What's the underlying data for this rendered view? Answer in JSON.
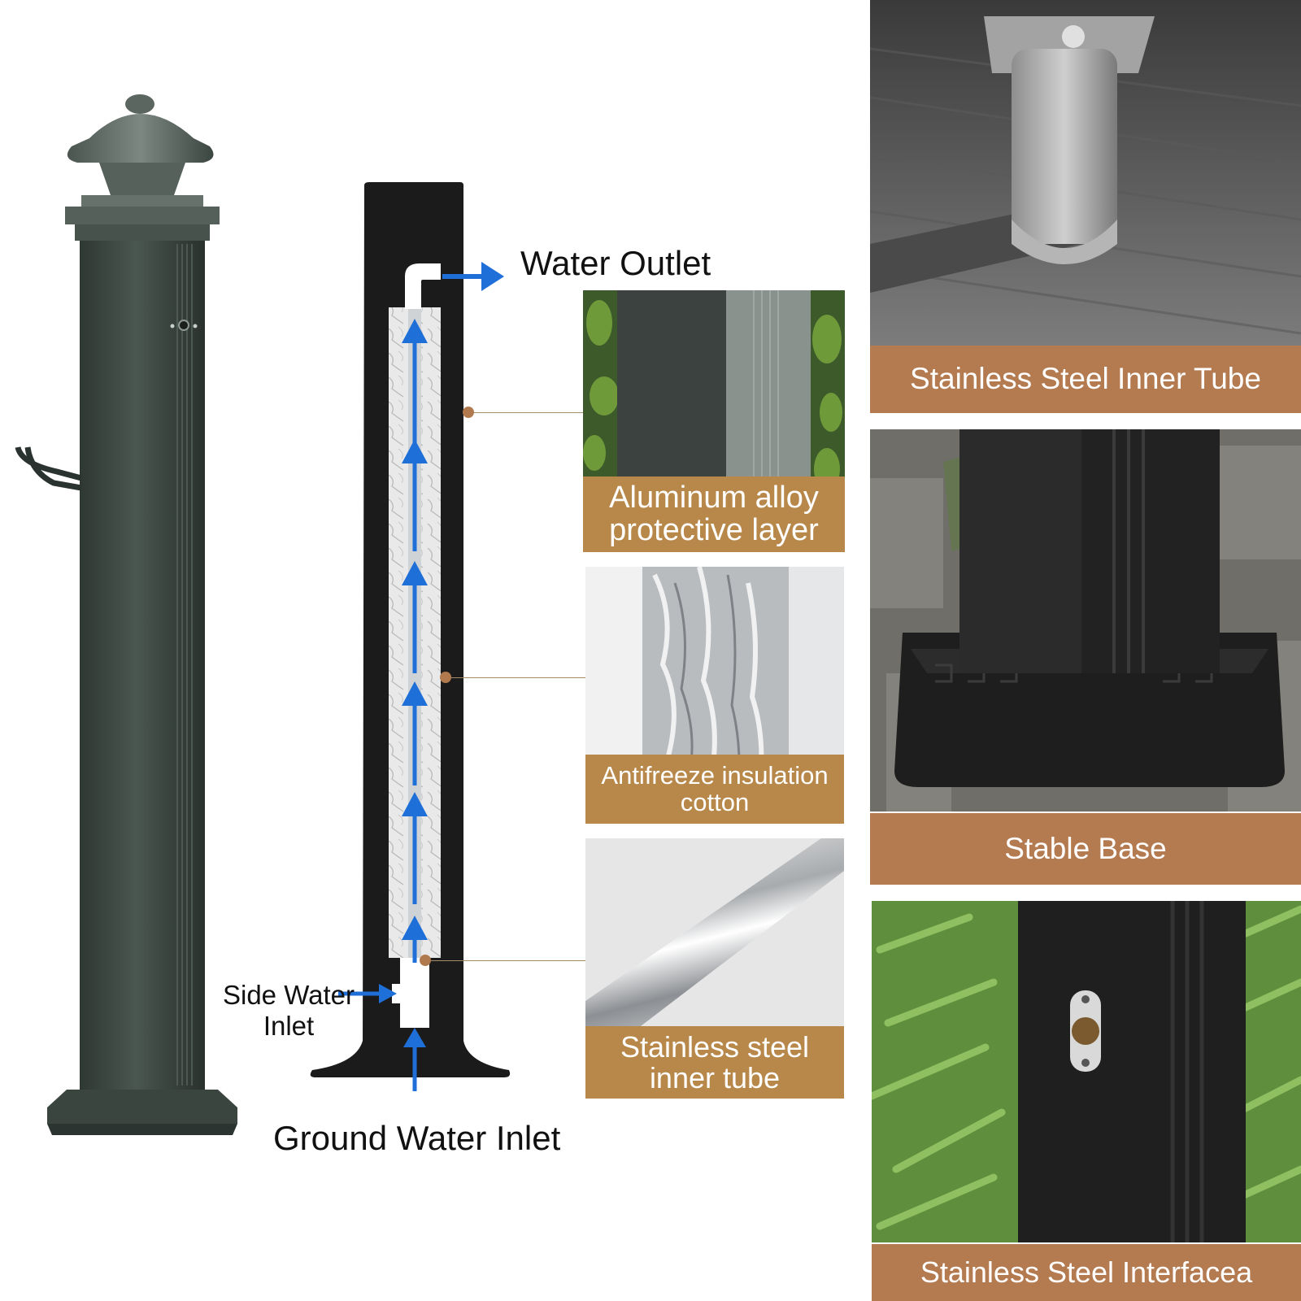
{
  "labels": {
    "water_outlet": "Water Outlet",
    "side_water_inlet_1": "Side Water",
    "side_water_inlet_2": "Inlet",
    "ground_water_inlet": "Ground Water Inlet"
  },
  "layers": [
    {
      "line1": "Aluminum alloy",
      "line2": "protective layer"
    },
    {
      "line1": "Antifreeze insulation",
      "line2": "cotton"
    },
    {
      "line1": "Stainless steel",
      "line2": "inner tube"
    }
  ],
  "features": [
    {
      "label": "Stainless Steel Inner Tube"
    },
    {
      "label": "Stable Base"
    },
    {
      "label": "Stainless Steel Interfacea"
    }
  ],
  "colors": {
    "post": "#3f4a44",
    "cutaway_body": "#1b1b1b",
    "flow_arrow": "#1f6fd8",
    "caption_gold": "#b8884a",
    "caption_copper": "#b47a50"
  },
  "icons": [
    "up-arrow-icon",
    "right-arrow-icon"
  ]
}
